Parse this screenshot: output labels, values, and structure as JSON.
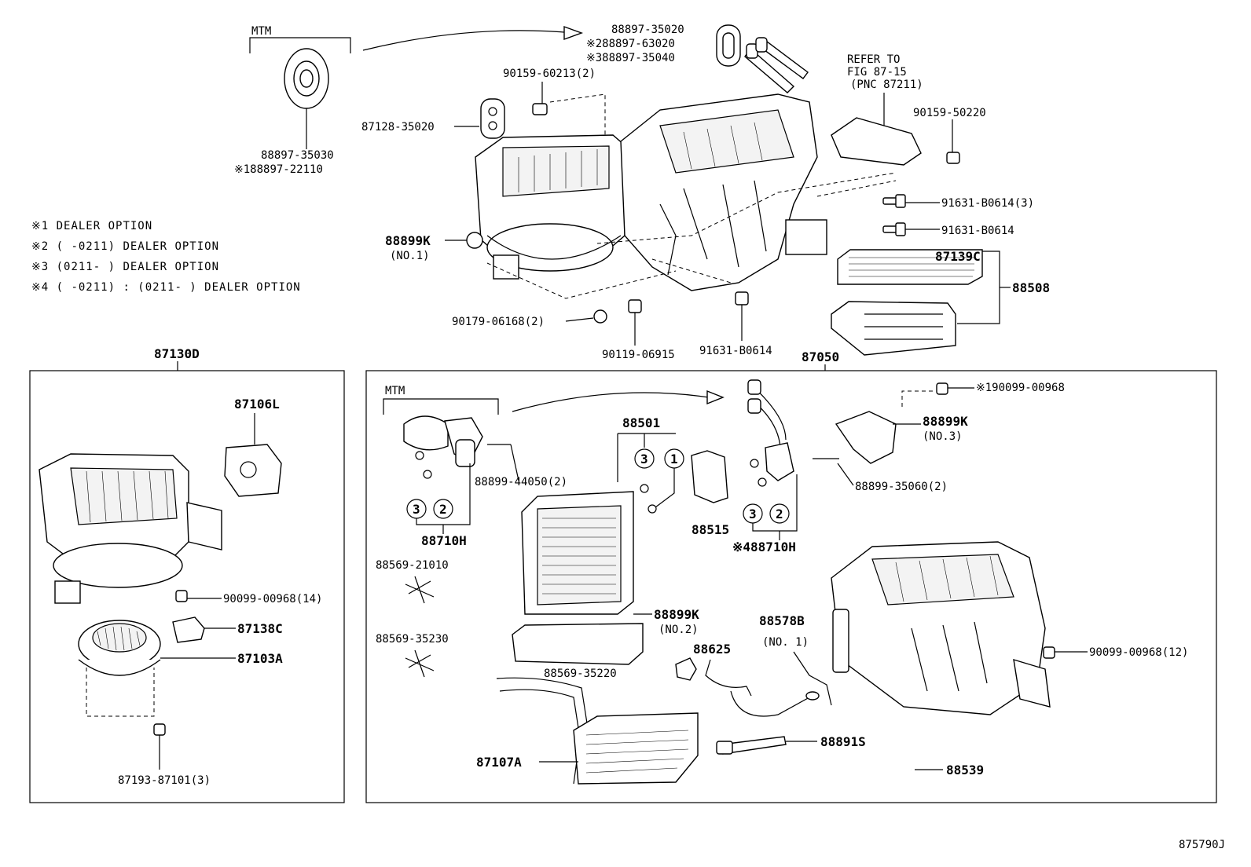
{
  "diagram": {
    "top": {
      "mtm": "MTM",
      "seal_a": "88897-35030",
      "seal_a_opt": "※188897-22110",
      "grommet_1": "88897-35020",
      "grommet_2": "※288897-63020",
      "grommet_3": "※388897-35040",
      "bolt_a": "90159-60213(2)",
      "plug": "87128-35020",
      "refer_1": "REFER TO",
      "refer_2": "FIG 87-15",
      "refer_3": "(PNC 87211)",
      "bolt_b": "90159-50220",
      "screw_a": "91631-B0614(3)",
      "screw_b": "91631-B0614",
      "clip_k": "88899K",
      "clip_k_no": "(NO.1)",
      "filter": "87139C",
      "filter_set": "88508",
      "nut": "90179-06168(2)",
      "bolt_c": "90119-06915",
      "screw_c": "91631-B0614",
      "notes": [
        "※1 DEALER OPTION",
        "※2 (     -0211) DEALER OPTION",
        "※3 (0211-      ) DEALER OPTION",
        "※4 (     -0211) : (0211-      ) DEALER OPTION"
      ]
    },
    "left_box": {
      "title": "87130D",
      "servo": "87106L",
      "screw": "90099-00968(14)",
      "resistor": "87138C",
      "motor": "87103A",
      "bolt": "87193-87101(3)"
    },
    "right_box": {
      "title": "87050",
      "mtm": "MTM",
      "screw_opt": "※190099-00968",
      "clip_k3": "88899K",
      "clip_k3_no": "(NO.3)",
      "screw_2": "88899-35060(2)",
      "screw_3": "88899-44050(2)",
      "evap": "88501",
      "valve": "88515",
      "valve_l": "88710H",
      "valve_r": "※488710H",
      "oring_a": "88569-21010",
      "oring_b": "88569-35230",
      "clip_k2": "88899K",
      "clip_k2_no": "(NO.2)",
      "sensor_clip": "88569-35220",
      "thermistor": "88625",
      "duct": "88578B",
      "duct_no": "(NO. 1)",
      "screw_4": "90099-00968(12)",
      "heater": "87107A",
      "sensor": "88891S",
      "hose": "88539",
      "circle_1": "1",
      "circle_2": "2",
      "circle_3": "3"
    },
    "footer_id": "875790J"
  }
}
